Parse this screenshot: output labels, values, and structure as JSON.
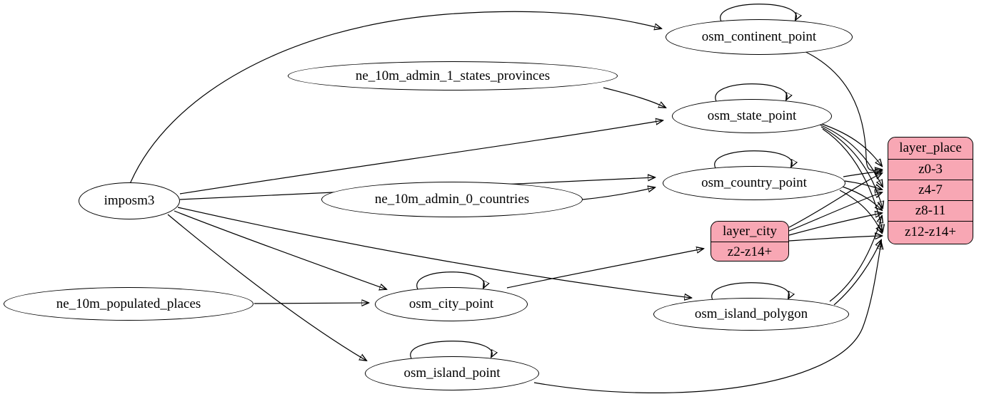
{
  "diagram_type": "etl-graph",
  "colors": {
    "background": "#ffffff",
    "node_fill": "#ffffff",
    "record_fill": "#f8a7b4",
    "stroke": "#000000"
  },
  "nodes": {
    "imposm3": {
      "label": "imposm3"
    },
    "ne_10m_admin_1_states_provinces": {
      "label": "ne_10m_admin_1_states_provinces"
    },
    "ne_10m_admin_0_countries": {
      "label": "ne_10m_admin_0_countries"
    },
    "ne_10m_populated_places": {
      "label": "ne_10m_populated_places"
    },
    "osm_continent_point": {
      "label": "osm_continent_point"
    },
    "osm_state_point": {
      "label": "osm_state_point"
    },
    "osm_country_point": {
      "label": "osm_country_point"
    },
    "osm_city_point": {
      "label": "osm_city_point"
    },
    "osm_island_polygon": {
      "label": "osm_island_polygon"
    },
    "osm_island_point": {
      "label": "osm_island_point"
    }
  },
  "records": {
    "layer_place": {
      "title": "layer_place",
      "rows": [
        "z0-3",
        "z4-7",
        "z8-11",
        "z12-z14+"
      ]
    },
    "layer_city": {
      "title": "layer_city",
      "rows": [
        "z2-z14+"
      ]
    }
  },
  "edges": [
    {
      "from": "imposm3",
      "to": "osm_continent_point"
    },
    {
      "from": "imposm3",
      "to": "osm_state_point"
    },
    {
      "from": "imposm3",
      "to": "osm_country_point"
    },
    {
      "from": "imposm3",
      "to": "osm_city_point"
    },
    {
      "from": "imposm3",
      "to": "osm_island_polygon"
    },
    {
      "from": "imposm3",
      "to": "osm_island_point"
    },
    {
      "from": "ne_10m_admin_1_states_provinces",
      "to": "osm_state_point"
    },
    {
      "from": "ne_10m_admin_0_countries",
      "to": "osm_country_point"
    },
    {
      "from": "ne_10m_populated_places",
      "to": "osm_city_point"
    },
    {
      "from": "osm_continent_point",
      "to": "osm_continent_point"
    },
    {
      "from": "osm_state_point",
      "to": "osm_state_point"
    },
    {
      "from": "osm_country_point",
      "to": "osm_country_point"
    },
    {
      "from": "osm_city_point",
      "to": "osm_city_point"
    },
    {
      "from": "osm_island_polygon",
      "to": "osm_island_polygon"
    },
    {
      "from": "osm_island_point",
      "to": "osm_island_point"
    },
    {
      "from": "osm_city_point",
      "to": "layer_city:z2-z14+"
    },
    {
      "from": "osm_continent_point",
      "to": "layer_place:z0-3"
    },
    {
      "from": "osm_state_point",
      "to": "layer_place:z0-3"
    },
    {
      "from": "osm_state_point",
      "to": "layer_place:z4-7"
    },
    {
      "from": "osm_state_point",
      "to": "layer_place:z8-11"
    },
    {
      "from": "osm_state_point",
      "to": "layer_place:z12-z14+"
    },
    {
      "from": "osm_country_point",
      "to": "layer_place:z0-3"
    },
    {
      "from": "osm_country_point",
      "to": "layer_place:z4-7"
    },
    {
      "from": "osm_country_point",
      "to": "layer_place:z8-11"
    },
    {
      "from": "osm_country_point",
      "to": "layer_place:z12-z14+"
    },
    {
      "from": "layer_city",
      "to": "layer_place:z0-3"
    },
    {
      "from": "layer_city",
      "to": "layer_place:z4-7"
    },
    {
      "from": "layer_city",
      "to": "layer_place:z8-11"
    },
    {
      "from": "layer_city",
      "to": "layer_place:z12-z14+"
    },
    {
      "from": "osm_island_polygon",
      "to": "layer_place:z8-11"
    },
    {
      "from": "osm_island_polygon",
      "to": "layer_place:z12-z14+"
    },
    {
      "from": "osm_island_point",
      "to": "layer_place:z12-z14+"
    }
  ]
}
